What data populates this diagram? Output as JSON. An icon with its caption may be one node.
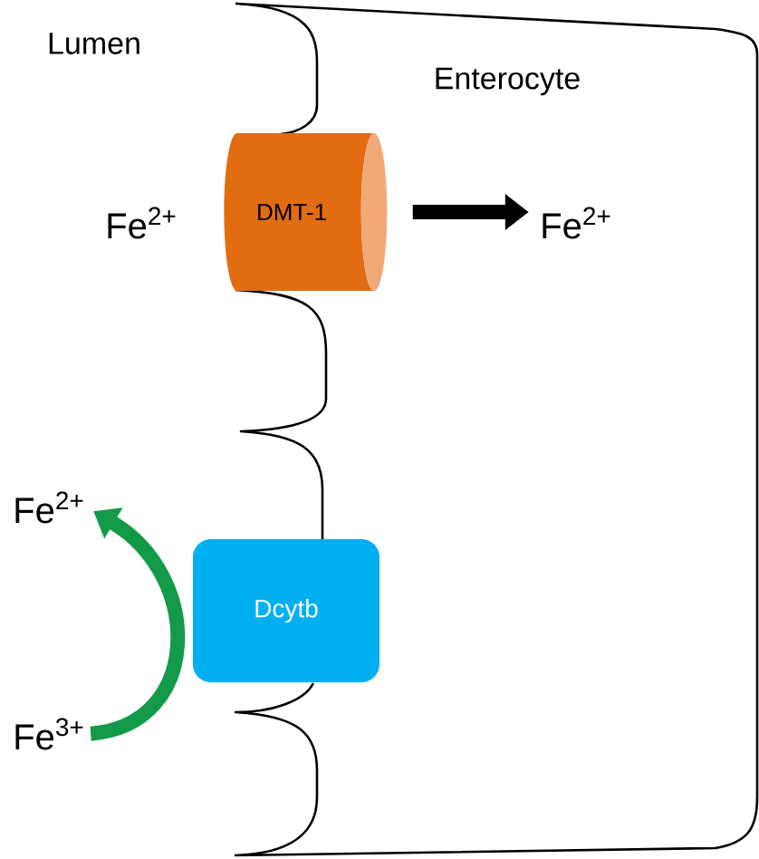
{
  "diagram": {
    "nodes": [
      {
        "text": [
          "Enterocyte"
        ]
      },
      {
        "text": [
          "DMT-1"
        ]
      },
      {
        "text": [
          "Fe$^{2+}$"
        ]
      },
      {
        "text": [
          "Fe$^{2+}$"
        ],
        "in": 0
      },
      {
        "text": [
          "Dcytb"
        ]
      },
      {
        "text": [
          "Fe$^{2+}$"
        ]
      },
      {
        "text": [
          "Fe$^{3+}$"
        ]
      }
    ],
    "edges": [
      {
        "from": 1,
        "to": 3,
        "arrow": "to"
      },
      {
        "from": 6,
        "to": 5,
        "arrow": "to",
        "color": "#129a48"
      }
    ],
    "labels": [
      "Lumen"
    ]
  }
}
